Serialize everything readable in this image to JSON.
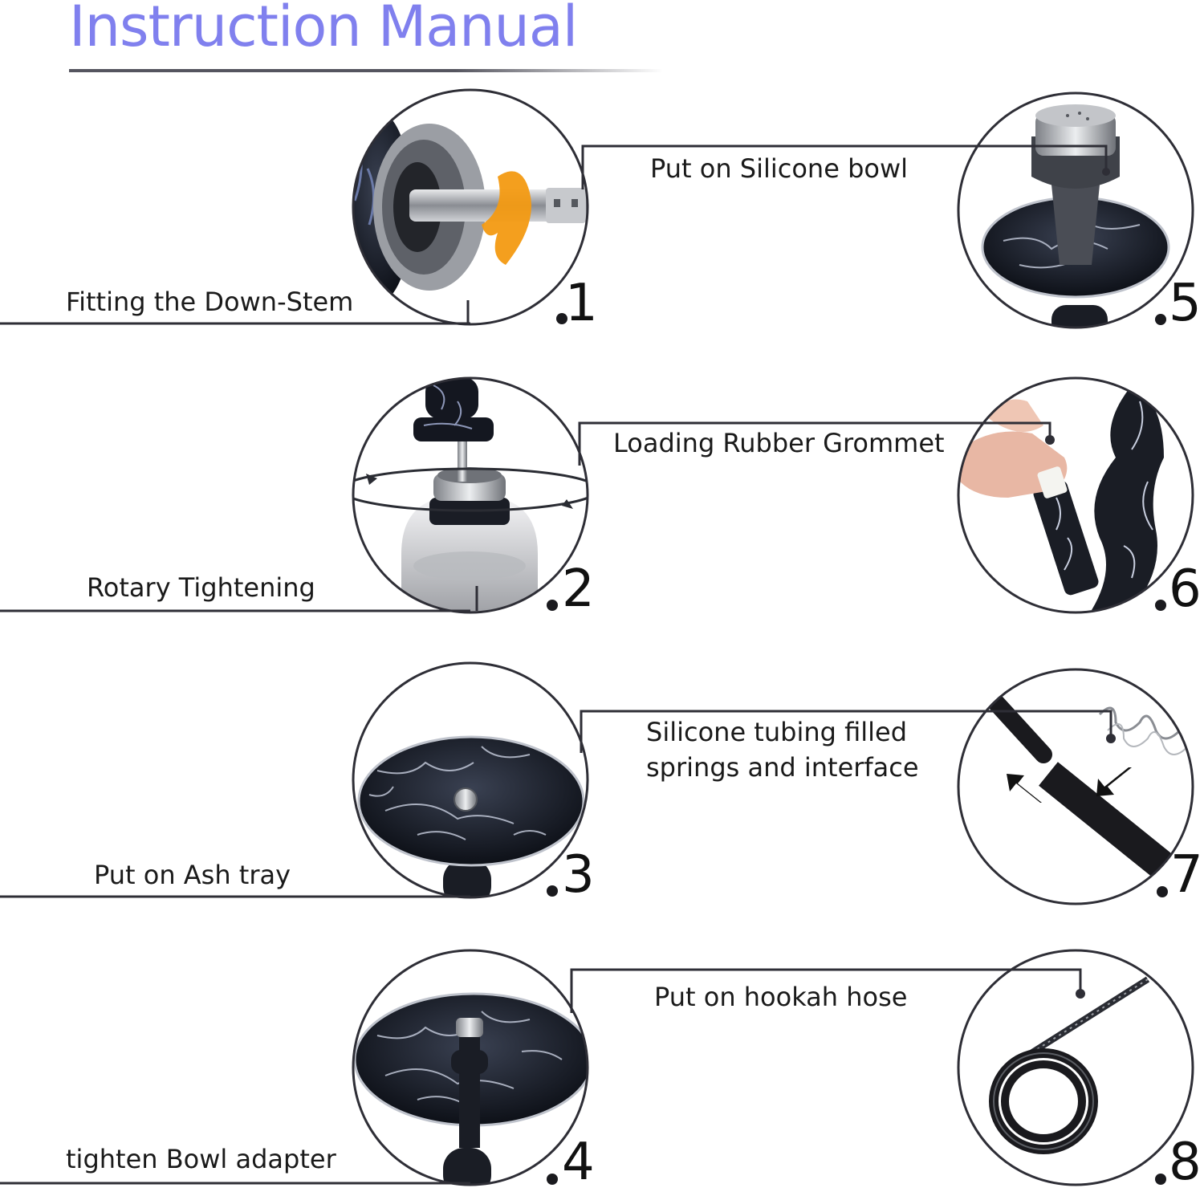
{
  "title": "Instruction Manual",
  "steps": [
    {
      "number": "1",
      "label": "Fitting the Down-Stem",
      "icon": "downstem-swivel-icon"
    },
    {
      "number": "2",
      "label": "Rotary Tightening",
      "icon": "base-rotate-icon"
    },
    {
      "number": "3",
      "label": "Put on Ash tray",
      "icon": "ash-tray-icon"
    },
    {
      "number": "4",
      "label": "tighten Bowl adapter",
      "icon": "bowl-adapter-icon"
    },
    {
      "number": "5",
      "label": "Put on Silicone bowl",
      "icon": "silicone-bowl-icon"
    },
    {
      "number": "6",
      "label": "Loading Rubber Grommet",
      "icon": "rubber-grommet-icon"
    },
    {
      "number": "7",
      "label": "Silicone tubing filled\nsprings and interface",
      "icon": "hose-spring-icon"
    },
    {
      "number": "8",
      "label": "Put on hookah hose",
      "icon": "coiled-hose-icon"
    }
  ],
  "colors": {
    "title": "#8080ee",
    "line": "#2e2e36",
    "accent_arrow": "#f39a12"
  }
}
